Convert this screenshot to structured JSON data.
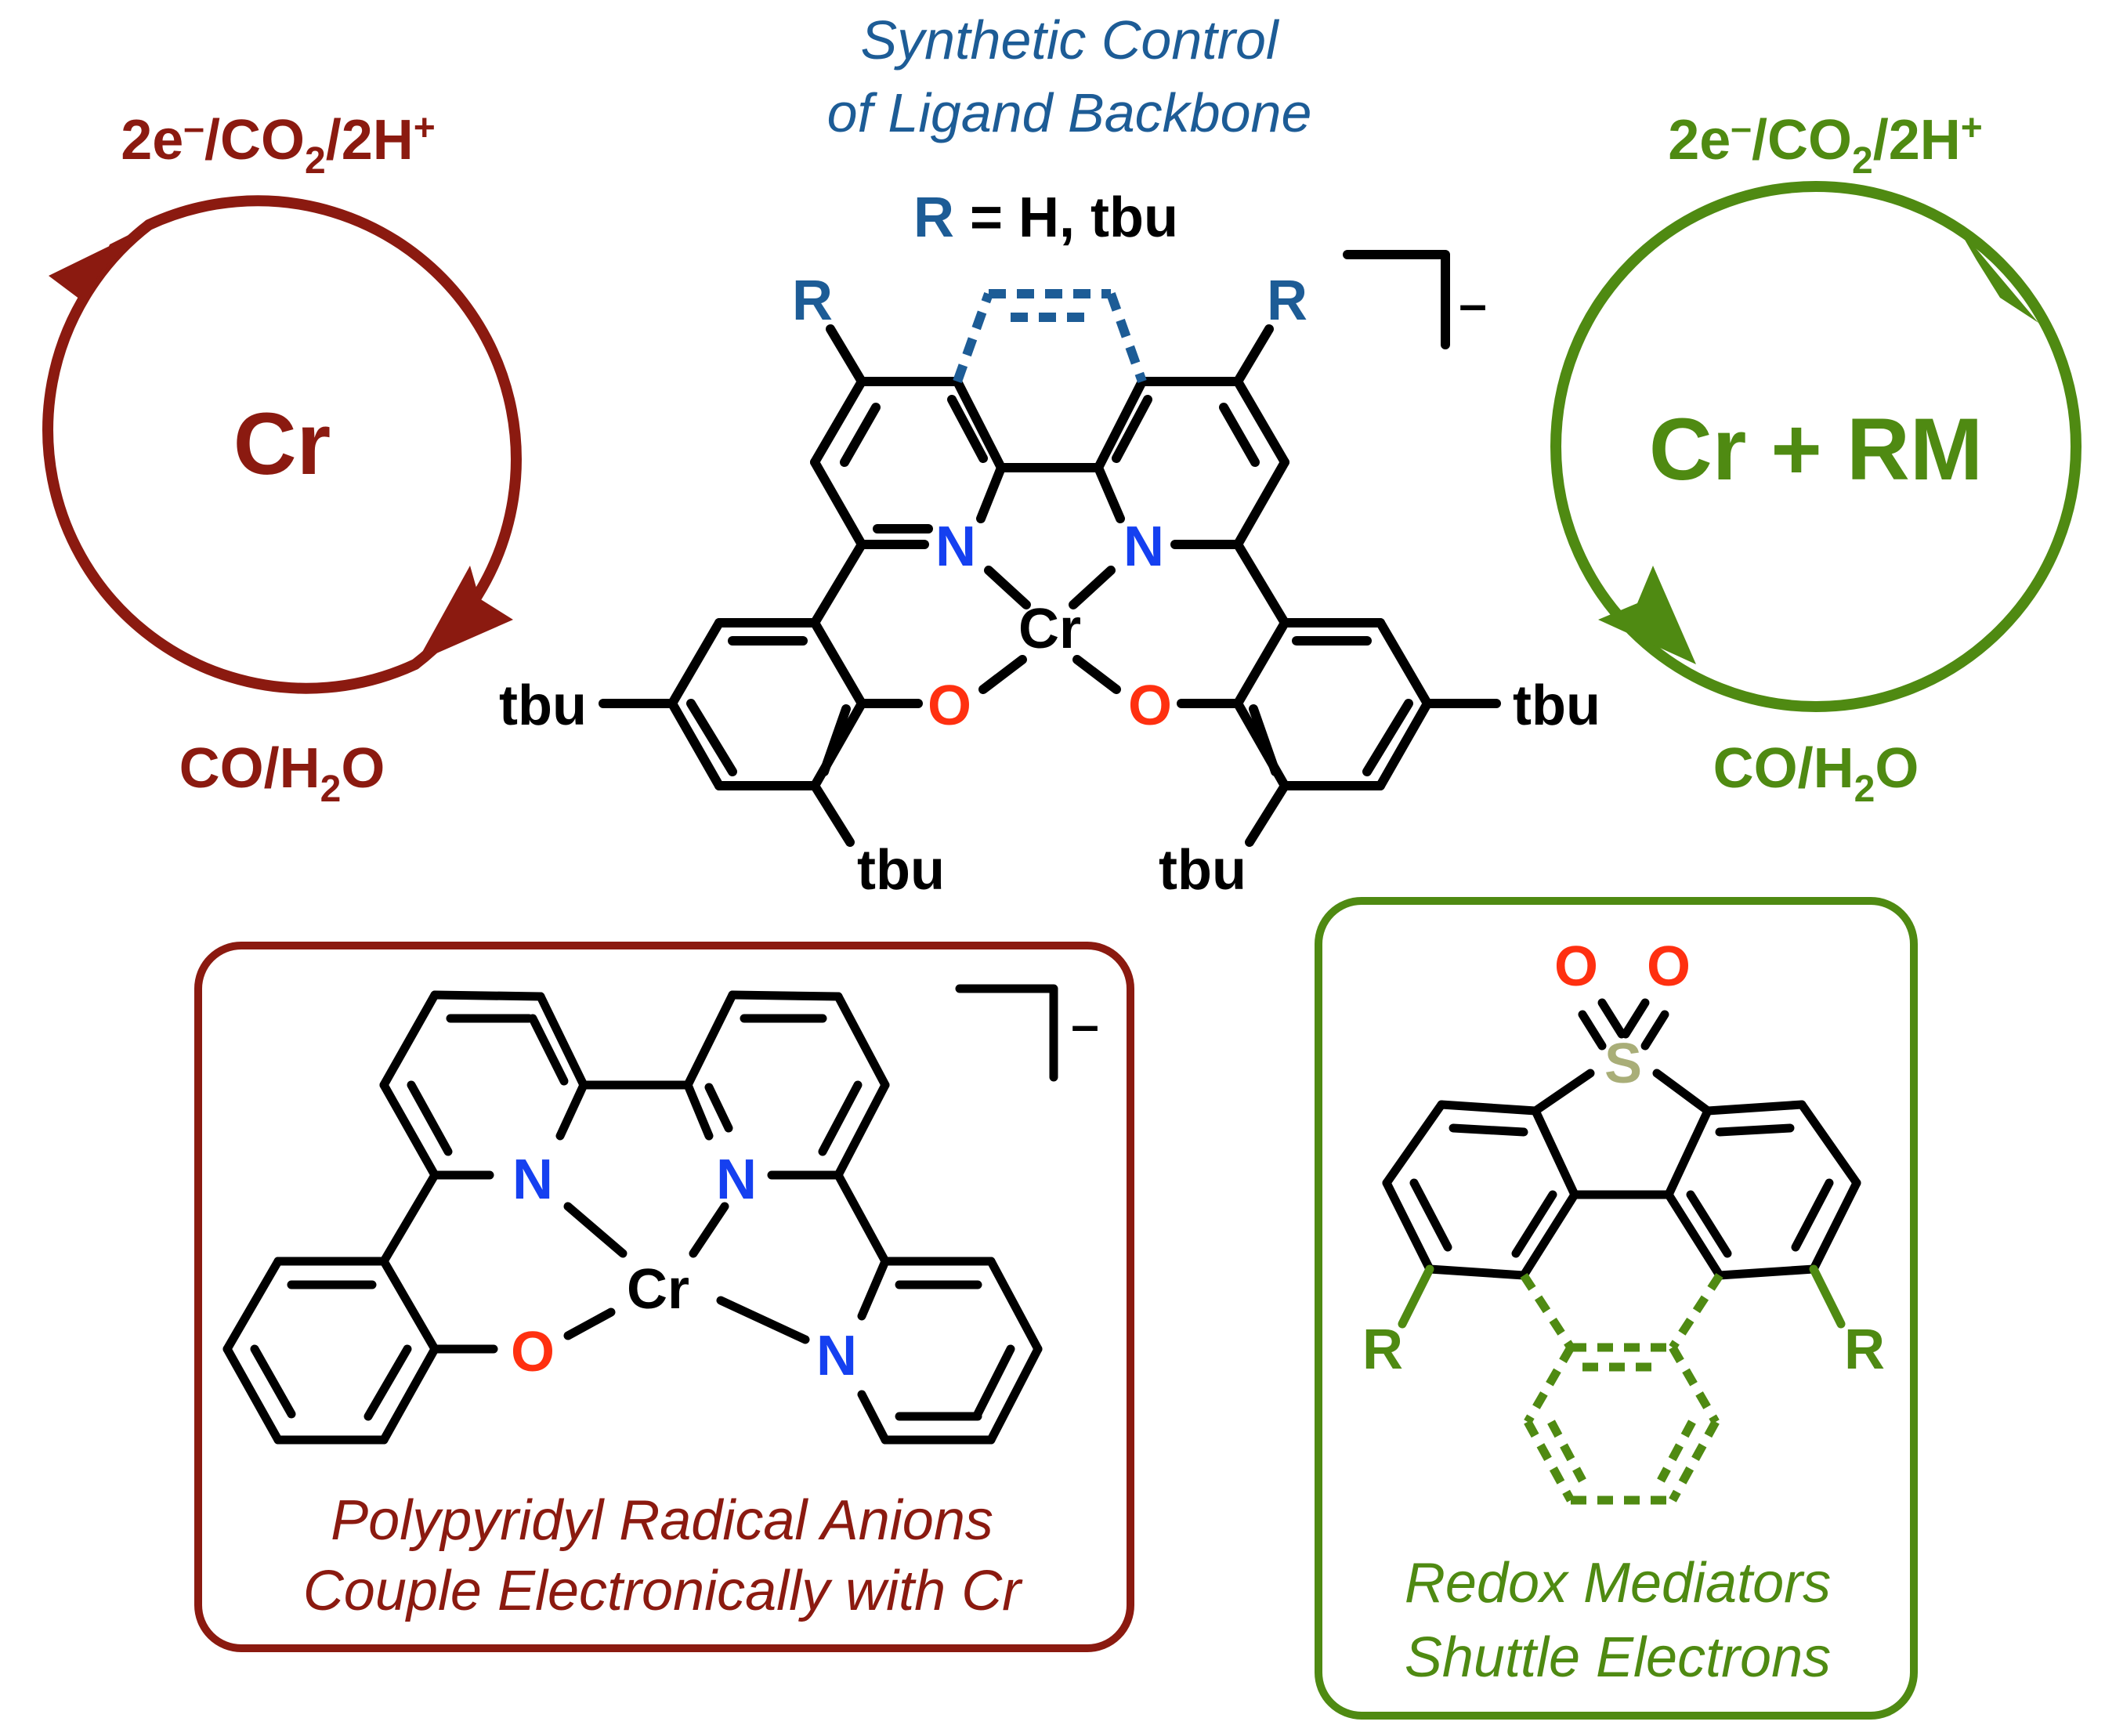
{
  "colors": {
    "red": "#8b1a10",
    "green": "#4f8a12",
    "blue": "#1d5c96",
    "nitrogen": "#1540f0",
    "oxygen": "#ff3010",
    "sulfur": "#a9ae78",
    "black": "#000000"
  },
  "left_cycle": {
    "top_label": "2e⁻/CO₂/2H⁺",
    "center": "Cr",
    "bottom_label": "CO/H₂O"
  },
  "right_cycle": {
    "top_label": "2e⁻/CO₂/2H⁺",
    "center": "Cr + RM",
    "bottom_label": "CO/H₂O"
  },
  "header": {
    "line1": "Synthetic Control",
    "line2": "of Ligand Backbone",
    "r_def_r": "R",
    "r_def_rest": " = H, tbu"
  },
  "main_complex": {
    "metal": "Cr",
    "n": "N",
    "o": "O",
    "r": "R",
    "tbu": "tbu",
    "charge": "–"
  },
  "left_box": {
    "metal": "Cr",
    "n": "N",
    "o": "O",
    "charge": "–",
    "caption_line1": "Polypyridyl Radical Anions",
    "caption_line2": "Couple Electronically with Cr"
  },
  "right_box": {
    "s": "S",
    "o": "O",
    "r": "R",
    "caption_line1": "Redox Mediators",
    "caption_line2": "Shuttle Electrons"
  }
}
